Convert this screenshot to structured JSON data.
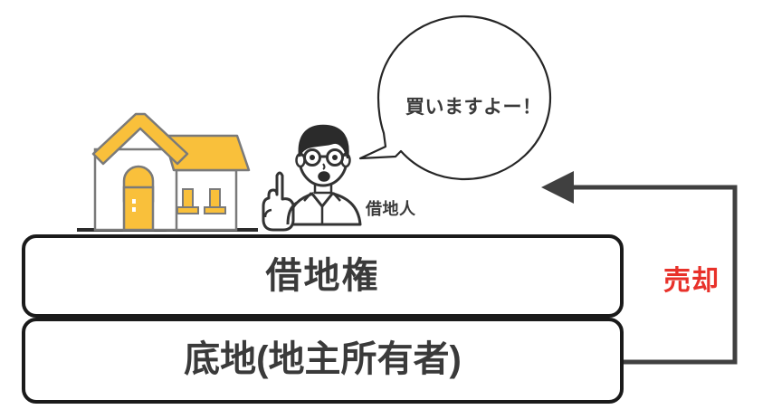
{
  "diagram": {
    "title_text_leasehold": "借地権",
    "title_text_underlying": "底地(地主所有者)",
    "speech_bubble_text": "買いますよー！",
    "person_label": "借地人",
    "arrow_label": "売却",
    "icons": {
      "house": "house-icon",
      "person": "person-pointing-icon",
      "speech_bubble": "speech-bubble-icon",
      "arrow": "arrow-left-icon"
    },
    "colors": {
      "house_accent": "#F9C03B",
      "outline": "#7A7A7A",
      "text": "#3A3A3A",
      "accent_red": "#E8312A",
      "arrow": "#404040",
      "box_border": "#1A1A1A",
      "background": "#FFFFFF"
    }
  }
}
